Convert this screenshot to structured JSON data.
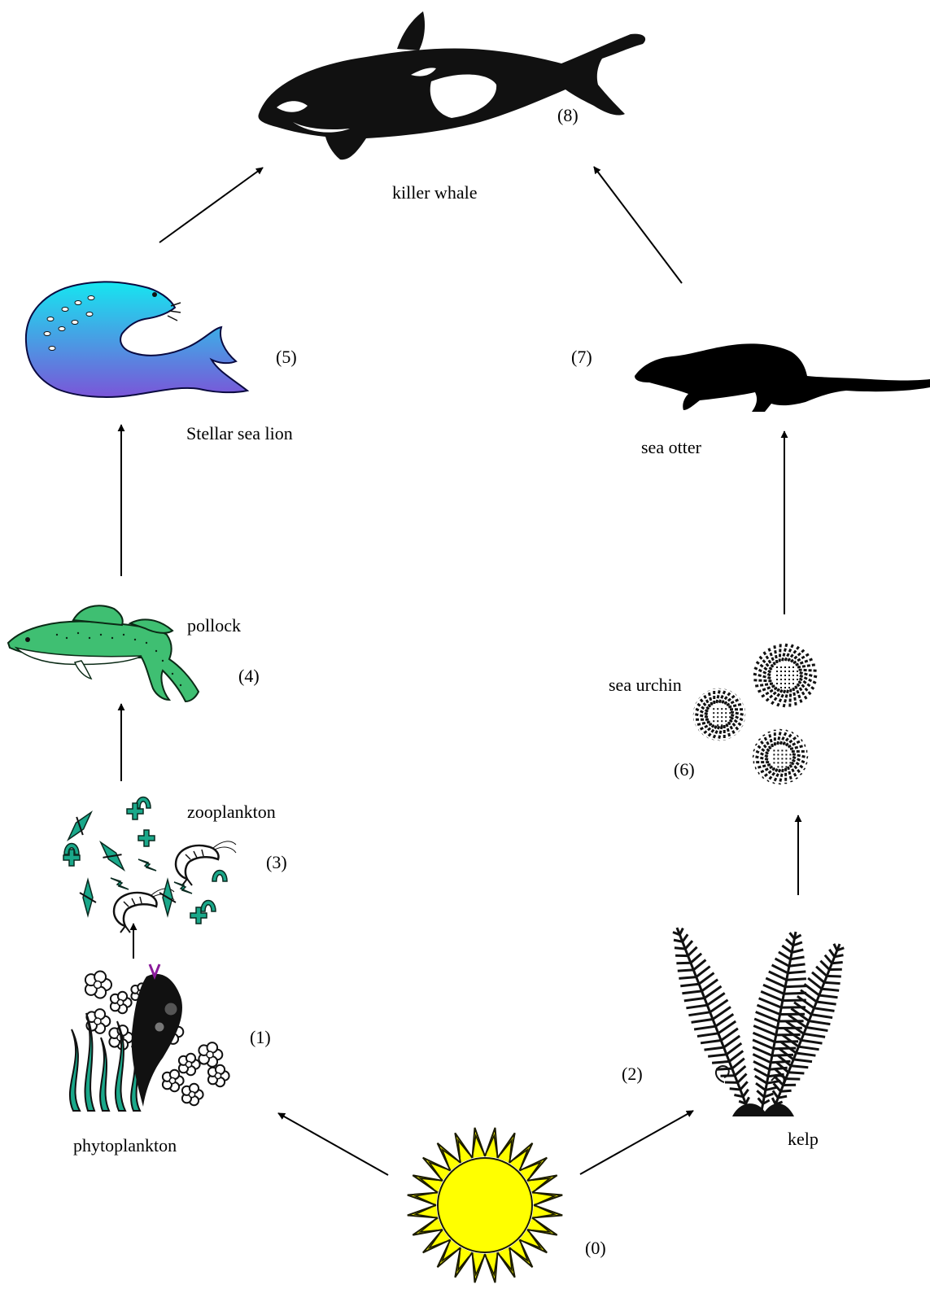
{
  "organisms": {
    "killer_whale": {
      "name": "killer whale",
      "number": "(8)"
    },
    "sea_lion": {
      "name": "Stellar sea lion",
      "number": "(5)"
    },
    "sea_otter": {
      "name": "sea otter",
      "number": "(7)"
    },
    "pollock": {
      "name": "pollock",
      "number": "(4)"
    },
    "sea_urchin": {
      "name": "sea urchin",
      "number": "(6)"
    },
    "zooplankton": {
      "name": "zooplankton",
      "number": "(3)"
    },
    "phytoplankton": {
      "name": "phytoplankton",
      "number": "(1)"
    },
    "kelp": {
      "name": "kelp",
      "number": "(2)"
    },
    "sun": {
      "number": "(0)"
    }
  },
  "colors": {
    "whale": "#111111",
    "sea_lion_top": "#16e6f0",
    "sea_lion_bottom": "#7a55d8",
    "fish": "#3fbf72",
    "plankton": "#1aa88a",
    "sun": "#ffff00",
    "sun_stroke": "#1a1a00"
  },
  "icons": [
    "killer-whale-icon",
    "sea-lion-icon",
    "sea-otter-icon",
    "pollock-icon",
    "sea-urchin-icon",
    "zooplankton-icon",
    "phytoplankton-icon",
    "kelp-icon",
    "sun-icon"
  ]
}
